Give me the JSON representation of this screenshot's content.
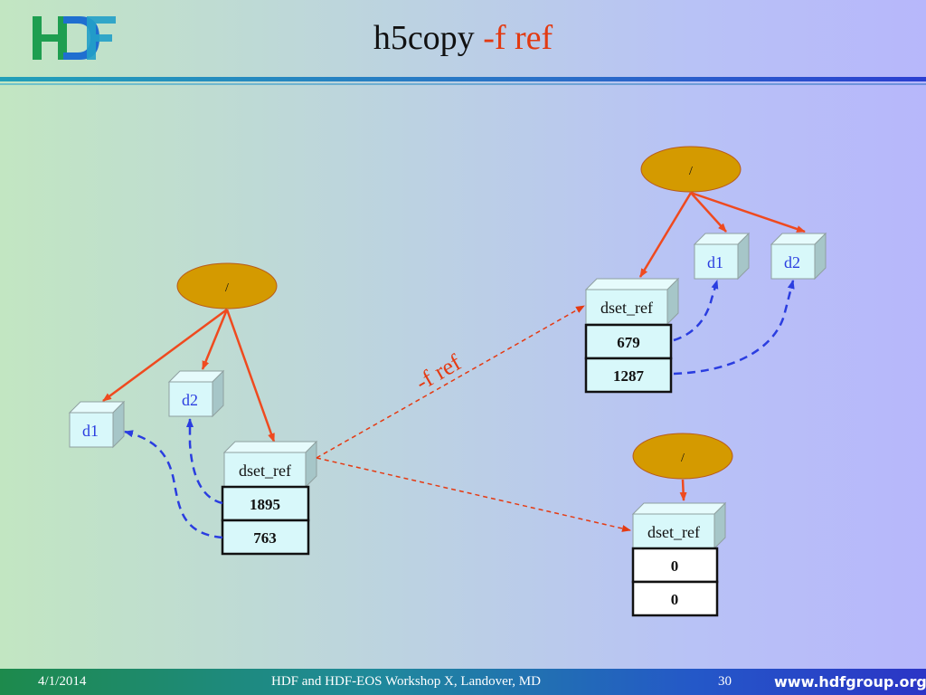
{
  "title": {
    "main": "h5copy",
    "accent": "-f ref"
  },
  "logo": {
    "text": "HDF"
  },
  "diagram": {
    "source": {
      "root": "/",
      "d1": "d1",
      "d2": "d2",
      "dset": "dset_ref",
      "cells": [
        "1895",
        "763"
      ]
    },
    "edge_label": "-f ref",
    "target_top": {
      "root": "/",
      "d1": "d1",
      "d2": "d2",
      "dset": "dset_ref",
      "cells": [
        "679",
        "1287"
      ]
    },
    "target_bottom": {
      "root": "/",
      "dset": "dset_ref",
      "cells": [
        "0",
        "0"
      ]
    }
  },
  "footer": {
    "date": "4/1/2014",
    "event": "HDF and HDF-EOS Workshop X, Landover, MD",
    "page": "30",
    "website": "www.hdfgroup.org"
  },
  "colors": {
    "ellipse_fill": "#d49a00",
    "box_fill": "#d8f8fa",
    "tree_edge": "#ef4a1f",
    "reference": "#2a3de0",
    "copy_edge": "#e53a12",
    "accent": "#e23a12"
  }
}
